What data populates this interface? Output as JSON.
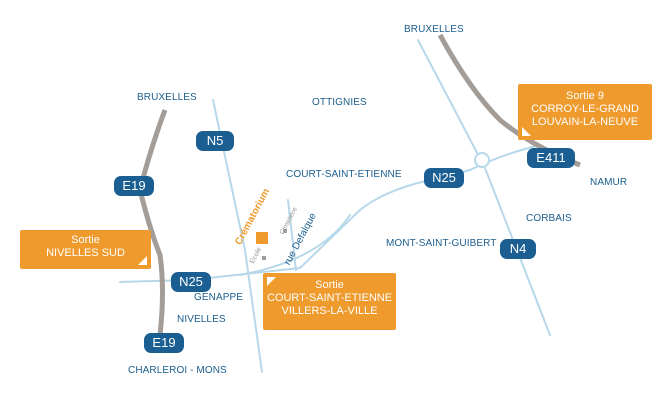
{
  "places": {
    "bruxelles_west": "BRUXELLES",
    "bruxelles_east": "BRUXELLES",
    "ottignies": "OTTIGNIES",
    "court_saint_etienne": "COURT-SAINT-ETIENNE",
    "corbais": "CORBAIS",
    "mont_saint_guibert": "MONT-SAINT-GUIBERT",
    "namur": "NAMUR",
    "genappe": "GENAPPE",
    "nivelles": "NIVELLES",
    "charleroi_mons": "CHARLEROI - MONS"
  },
  "roads": {
    "n5": "N5",
    "e19_top": "E19",
    "e19_bottom": "E19",
    "n25_west": "N25",
    "n25_east": "N25",
    "e411": "E411",
    "n4": "N4"
  },
  "exits": {
    "nivelles_sud": {
      "line1": "Sortie",
      "line2": "NIVELLES SUD"
    },
    "court_villers": {
      "line1": "Sortie",
      "line2": "COURT-SAINT-ETIENNE",
      "line3": "VILLERS-LA-VILLE"
    },
    "corroy_louvain": {
      "line1": "Sortie 9",
      "line2": "CORROY-LE-GRAND",
      "line3": "LOUVAIN-LA-NEUVE"
    }
  },
  "local": {
    "crematorium": "Crématorium",
    "ecole": "Ecole",
    "cimetiere": "Cimetière",
    "rue_defalque": "rue Defalque"
  },
  "colors": {
    "motorway": "#a49c96",
    "road": "#b7d8ea",
    "shield": "#1b5f92",
    "exit_box": "#ee9a2d",
    "place_text": "#1c5e8e",
    "crematorium": "#ee9a2d"
  }
}
